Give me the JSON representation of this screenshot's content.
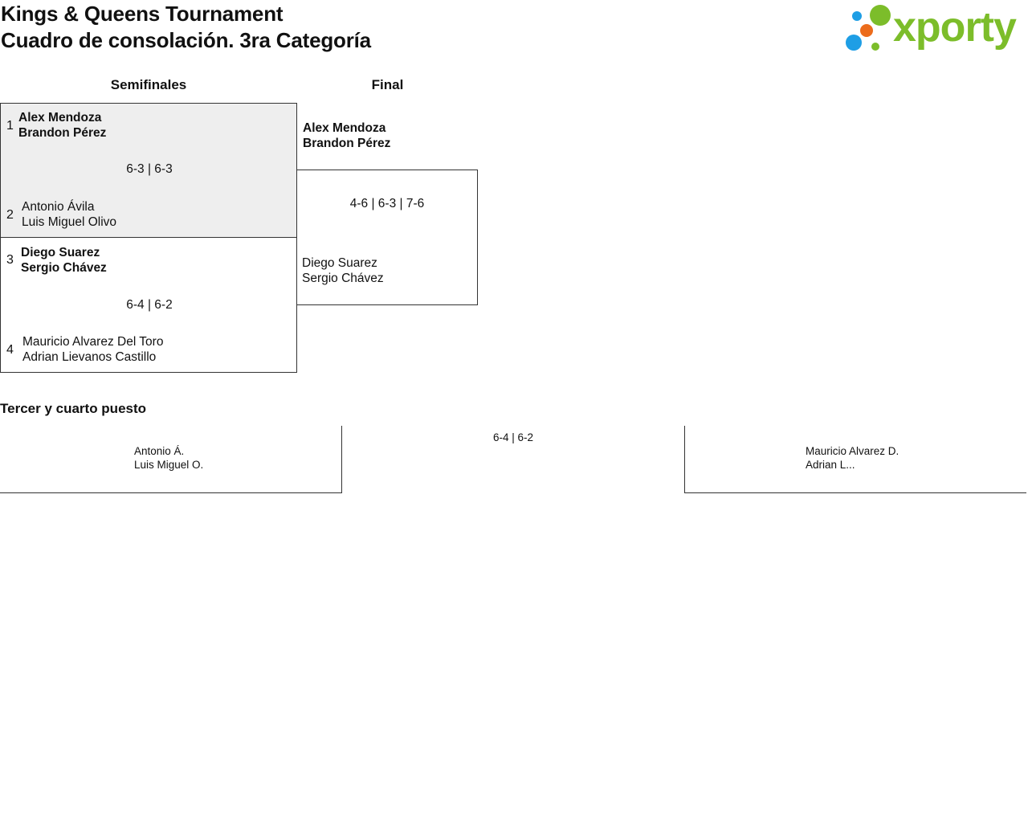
{
  "header": {
    "tournament_title": "Kings & Queens Tournament",
    "subtitle": "Cuadro de consolación. 3ra Categoría"
  },
  "logo": {
    "text": "xporty",
    "colors": {
      "green": "#7cbd2a",
      "orange": "#ec6c1c",
      "blue": "#1e9ee5"
    }
  },
  "rounds": {
    "semifinal_label": "Semifinales",
    "final_label": "Final"
  },
  "semifinals": [
    {
      "score": "6-3 | 6-3",
      "highlighted": true,
      "teams": [
        {
          "seed": "1",
          "players": [
            "Alex Mendoza",
            "Brandon Pérez"
          ],
          "winner": true
        },
        {
          "seed": "2",
          "players": [
            "Antonio Ávila",
            "Luis Miguel Olivo"
          ],
          "winner": false
        }
      ]
    },
    {
      "score": "6-4 | 6-2",
      "highlighted": false,
      "teams": [
        {
          "seed": "3",
          "players": [
            "Diego Suarez",
            "Sergio Chávez"
          ],
          "winner": true
        },
        {
          "seed": "4",
          "players": [
            "Mauricio Alvarez Del Toro",
            "Adrian Lievanos Castillo"
          ],
          "winner": false
        }
      ]
    }
  ],
  "final": {
    "score": "4-6 | 6-3 | 7-6",
    "teams": [
      {
        "players": [
          "Alex Mendoza",
          "Brandon Pérez"
        ],
        "winner": true
      },
      {
        "players": [
          "Diego Suarez",
          "Sergio Chávez"
        ],
        "winner": false
      }
    ]
  },
  "third_place": {
    "label": "Tercer y cuarto puesto",
    "score": "6-4 | 6-2",
    "left_team": [
      "Antonio Á.",
      "Luis Miguel O."
    ],
    "right_team": [
      "Mauricio Alvarez D.",
      "Adrian L..."
    ]
  },
  "styles": {
    "highlight_bg": "#eeeeee",
    "border": "#333333"
  }
}
